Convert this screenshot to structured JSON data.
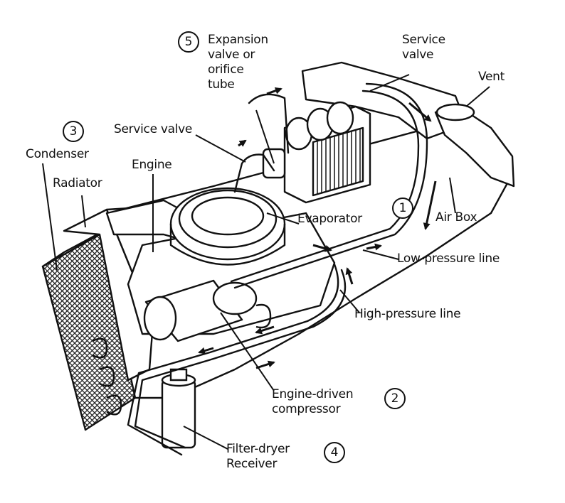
{
  "labels": {
    "expansion_valve": [
      "Expansion",
      "valve or",
      "orifice",
      "tube"
    ],
    "service_valve_top": [
      "Service",
      "valve"
    ],
    "vent": "Vent",
    "service_valve_left": "Service valve",
    "condenser": "Condenser",
    "radiator": "Radiator",
    "engine": "Engine",
    "evaporator": "Evaporator",
    "air_box": "Air Box",
    "low_pressure_line": "Low-pressure line",
    "high_pressure_line": "High-pressure line",
    "compressor": [
      "Engine-driven",
      "compressor"
    ],
    "filter_dryer": [
      "Filter-dryer",
      "Receiver"
    ]
  },
  "callouts": {
    "evaporator_num": "1",
    "compressor_num": "2",
    "condenser_num": "3",
    "receiver_num": "4",
    "expansion_num": "5"
  }
}
